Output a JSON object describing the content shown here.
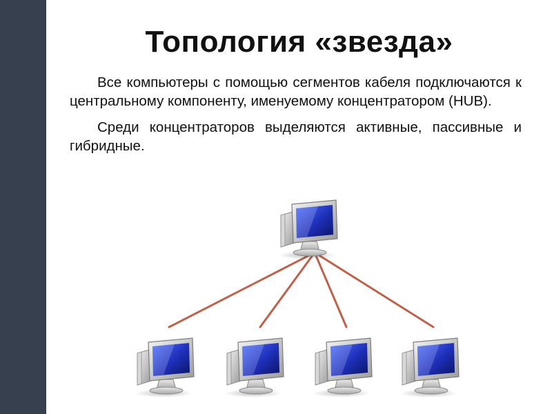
{
  "slide": {
    "title": "Топология «звезда»",
    "paragraphs": [
      "Все компьютеры с помощью сегментов кабеля подключаются к центральному компоненту, именуемому концентратором (HUB).",
      "Среди концентраторов выделяются активные, пассивные и гибридные."
    ]
  },
  "diagram": {
    "nodes": [
      {
        "id": "hub-computer",
        "icon": "computer-icon"
      },
      {
        "id": "computer-1",
        "icon": "computer-icon"
      },
      {
        "id": "computer-2",
        "icon": "computer-icon"
      },
      {
        "id": "computer-3",
        "icon": "computer-icon"
      },
      {
        "id": "computer-4",
        "icon": "computer-icon"
      }
    ],
    "edges": [
      {
        "from": "hub-computer",
        "to": "computer-1"
      },
      {
        "from": "hub-computer",
        "to": "computer-2"
      },
      {
        "from": "hub-computer",
        "to": "computer-3"
      },
      {
        "from": "hub-computer",
        "to": "computer-4"
      }
    ],
    "colors": {
      "cable": "#c0604a",
      "side_bar": "#36404f",
      "screen": "#1e2fb8"
    }
  }
}
